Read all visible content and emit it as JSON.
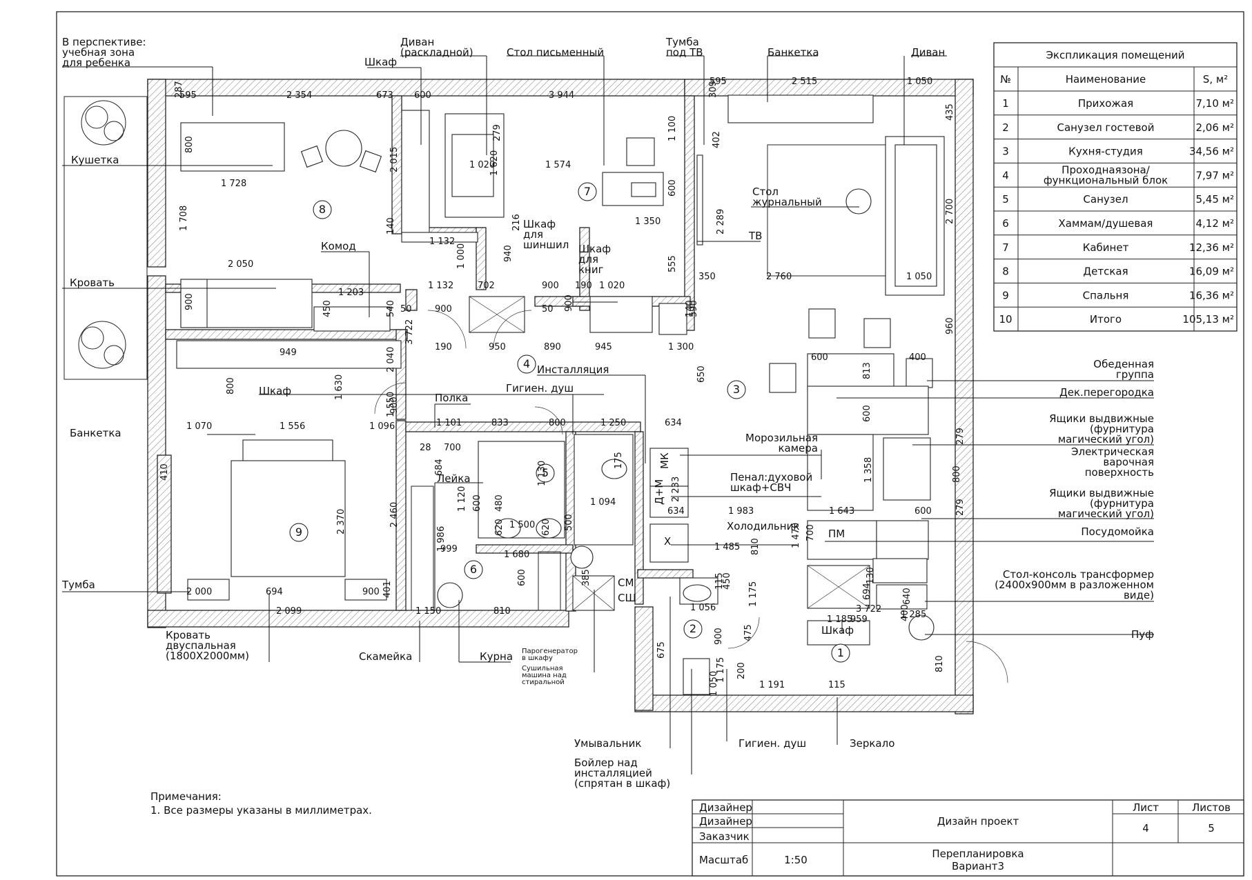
{
  "plan": {
    "labels": {
      "perspective": [
        "В перспективе:",
        "учебная зона",
        "для ребенка"
      ],
      "sofa_fold": [
        "Диван",
        "(раскладной)"
      ],
      "desk": "Стол письменный",
      "tv_stand": [
        "Тумба",
        "под ТВ"
      ],
      "bench_top": "Банкетка",
      "sofa": "Диван",
      "wardrobe_top": "Шкаф",
      "couch": "Кушетка",
      "coffee_table": [
        "Стол",
        "журнальный"
      ],
      "tv": "ТВ",
      "dresser": "Комод",
      "bed": "Кровать",
      "closet_shinshil": [
        "Шкаф",
        "для",
        "шиншил"
      ],
      "bookcase": [
        "Шкаф",
        "для",
        "книг"
      ],
      "dining": [
        "Обеденная",
        "группа"
      ],
      "installation": "Инсталляция",
      "decor_partition": "Дек.перегородка",
      "wardrobe": "Шкаф",
      "shelf": "Полка",
      "hyg_shower_top": "Гигиен. душ",
      "drawers_1": [
        "Ящики выдвижные",
        "(фурнитура",
        "магический угол)"
      ],
      "bench_left": "Банкетка",
      "freezer": [
        "Морозильная",
        "камера"
      ],
      "hob": [
        "Электрическая",
        "варочная",
        "поверхность"
      ],
      "watering": "Лейка",
      "oven": [
        "Пенал:духовой",
        "шкаф+СВЧ"
      ],
      "drawers_2": [
        "Ящики выдвижные",
        "(фурнитура",
        "магический угол)"
      ],
      "fridge": "Холодильник",
      "dishwasher": "Посудомойка",
      "nightstand": "Тумба",
      "console": [
        "Стол-консоль трансформер",
        "(2400х900мм в разложенном",
        "виде)"
      ],
      "double_bed": [
        "Кровать",
        "двуспальная",
        "(1800Х2000мм)"
      ],
      "wardrobe_hall": "Шкаф",
      "pouf": "Пуф",
      "bench_bath": "Скамейка",
      "kurna": "Курна",
      "steam": [
        "Парогенератор",
        "в шкафу"
      ],
      "dryer": [
        "Сушильная",
        "машина над",
        "стиральной"
      ],
      "sink": "Умывальник",
      "hyg_shower": "Гигиен. душ",
      "mirror": "Зеркало",
      "boiler": [
        "Бойлер над",
        "инсталляцией",
        "(спрятан в шкаф)"
      ],
      "mk": "МК",
      "dm": "Д+М",
      "x": "Х",
      "pm": "ПМ",
      "sm": "СМ",
      "sh": "СШ"
    },
    "room_numbers": [
      "1",
      "2",
      "3",
      "4",
      "5",
      "6",
      "7",
      "8",
      "9"
    ],
    "dimensions": {
      "top": [
        "595",
        "2 354",
        "673",
        "600",
        "3 944",
        "595",
        "2 515",
        "1 050"
      ],
      "misc": [
        "287",
        "800",
        "1 728",
        "2 015",
        "1 708",
        "2 050",
        "1 203",
        "900",
        "450",
        "540",
        "1 020",
        "1 620",
        "279",
        "1 574",
        "1 100",
        "600",
        "1 350",
        "216",
        "140",
        "1 132",
        "1 000",
        "940",
        "1 132",
        "702",
        "900",
        "190",
        "1 020",
        "309",
        "402",
        "2 289",
        "555",
        "350",
        "2 760",
        "1 050",
        "435",
        "2 700",
        "960",
        "50",
        "900",
        "50",
        "900",
        "140",
        "590",
        "949",
        "3 722",
        "190",
        "950",
        "890",
        "945",
        "1 300",
        "600",
        "400",
        "813",
        "800",
        "1 630",
        "2 040",
        "650",
        "1 550",
        "1 070",
        "1 556",
        "1 096",
        "900",
        "1 101",
        "833",
        "800",
        "1 250",
        "634",
        "600",
        "279",
        "410",
        "700",
        "28",
        "684",
        "175",
        "1 358",
        "800",
        "1 120",
        "600",
        "480",
        "1 130",
        "2 460",
        "2 370",
        "1 986",
        "1 500",
        "1 094",
        "2 233",
        "634",
        "1 983",
        "1 643",
        "600",
        "279",
        "620",
        "620",
        "500",
        "1 485",
        "810",
        "1 175",
        "1 470",
        "700",
        "999",
        "1 680",
        "130",
        "694",
        "2 000",
        "694",
        "900",
        "600",
        "385",
        "115",
        "450",
        "640",
        "400",
        "3 722",
        "401",
        "2 099",
        "1 150",
        "810",
        "1 056",
        "900",
        "1 185",
        "959",
        "1 285",
        "810",
        "675",
        "475",
        "200",
        "1 175",
        "1 050",
        "1 191",
        "115"
      ]
    }
  },
  "legend": {
    "title": "Экспликация помещений",
    "headers": [
      "№",
      "Наименование",
      "S, м²"
    ],
    "rows": [
      {
        "n": "1",
        "name": "Прихожая",
        "s": "7,10 м²"
      },
      {
        "n": "2",
        "name": "Санузел гостевой",
        "s": "2,06 м²"
      },
      {
        "n": "3",
        "name": "Кухня-студия",
        "s": "34,56 м²"
      },
      {
        "n": "4",
        "name": "Проходнаязона/ функциональный блок",
        "s": "7,97 м²"
      },
      {
        "n": "5",
        "name": "Санузел",
        "s": "5,45 м²"
      },
      {
        "n": "6",
        "name": "Хаммам/душевая",
        "s": "4,12 м²"
      },
      {
        "n": "7",
        "name": "Кабинет",
        "s": "12,36 м²"
      },
      {
        "n": "8",
        "name": "Детская",
        "s": "16,09 м²"
      },
      {
        "n": "9",
        "name": "Спальня",
        "s": "16,36 м²"
      },
      {
        "n": "10",
        "name": "Итого",
        "s": "105,13 м²"
      }
    ]
  },
  "notes": {
    "title": "Примечания:",
    "line1": "1. Все размеры указаны в миллиметрах."
  },
  "title_block": {
    "designer1": "Дизайнер",
    "designer2": "Дизайнер",
    "customer": "Заказчик",
    "scale_label": "Масштаб",
    "scale_value": "1:50",
    "project": "Дизайн проект",
    "subtitle1": "Перепланировка",
    "subtitle2": "Вариант3",
    "sheet_label": "Лист",
    "sheets_label": "Листов",
    "sheet": "4",
    "sheets": "5"
  }
}
